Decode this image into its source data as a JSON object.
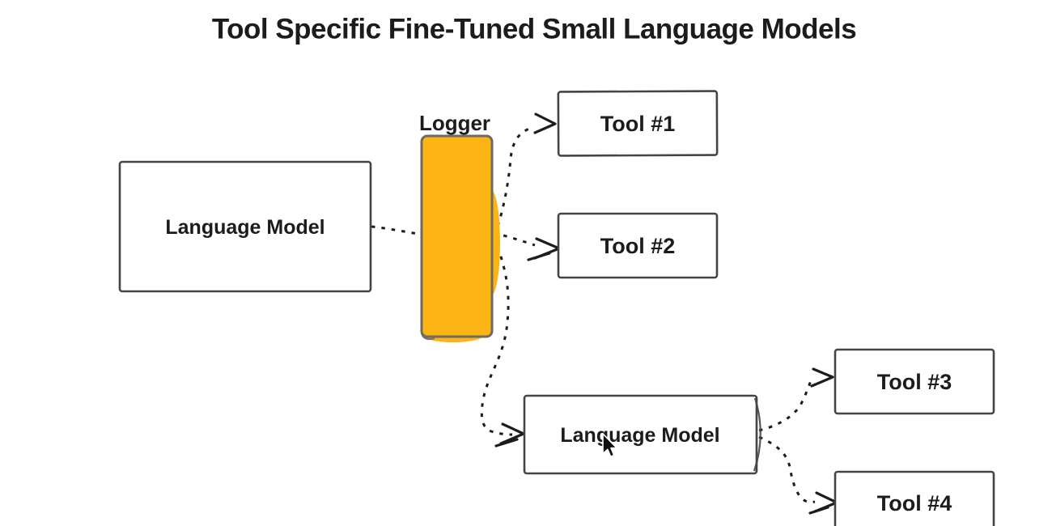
{
  "title": {
    "text": "Tool Specific Fine-Tuned Small Language Models"
  },
  "colors": {
    "background": "#ffffff",
    "box_stroke": "#454545",
    "connector": "#1c1c1c",
    "logger_fill": "#fdb515",
    "logger_stroke": "#6d6a60",
    "text": "#1c1c1c"
  },
  "nodes": {
    "language_model_left": {
      "label": "Language Model"
    },
    "logger": {
      "label": "Logger"
    },
    "tool_1": {
      "label": "Tool #1"
    },
    "tool_2": {
      "label": "Tool #2"
    },
    "language_model_bottom": {
      "label": "Language Model"
    },
    "tool_3": {
      "label": "Tool #3"
    },
    "tool_4": {
      "label": "Tool #4"
    }
  },
  "icons": {
    "cursor": "mouse-pointer-icon"
  }
}
